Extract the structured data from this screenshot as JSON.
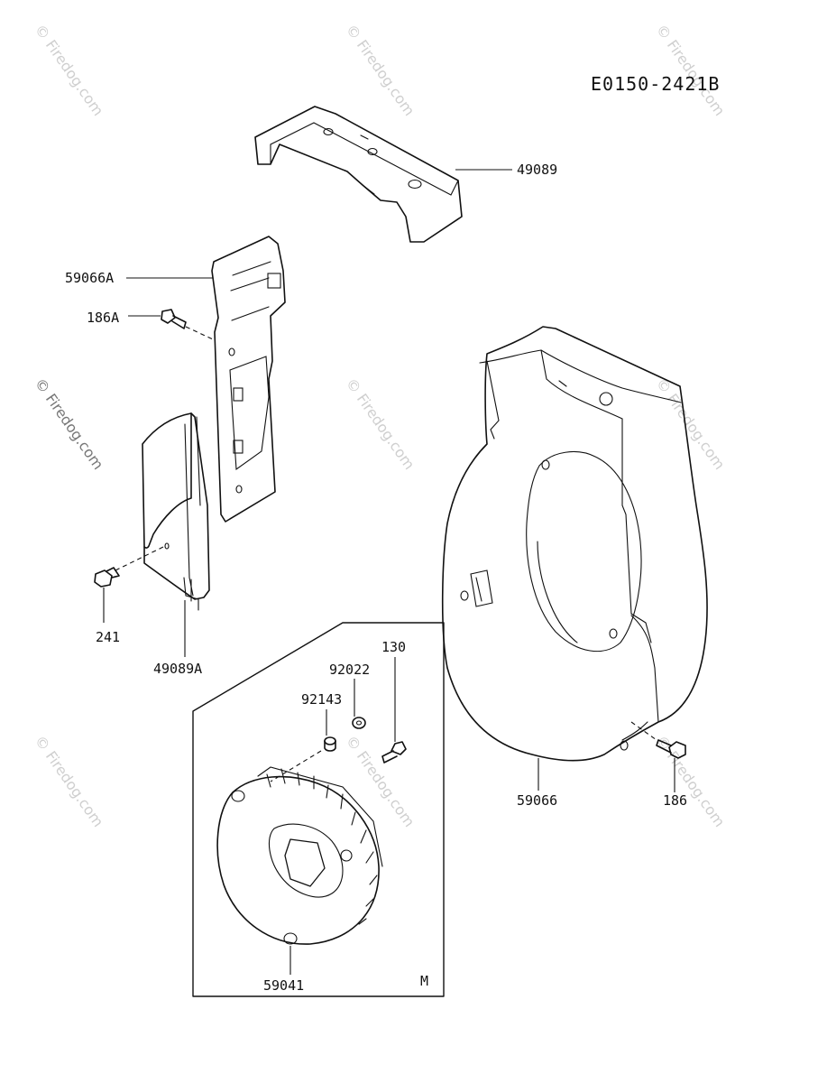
{
  "diagram_code": "E0150-2421B",
  "inset_marker": "M",
  "watermark": "© Firedog.com",
  "parts": {
    "p49089": "49089",
    "p59066A": "59066A",
    "p186A": "186A",
    "p241": "241",
    "p49089A": "49089A",
    "p130": "130",
    "p92022": "92022",
    "p92143": "92143",
    "p59041": "59041",
    "p59066": "59066",
    "p186": "186"
  }
}
